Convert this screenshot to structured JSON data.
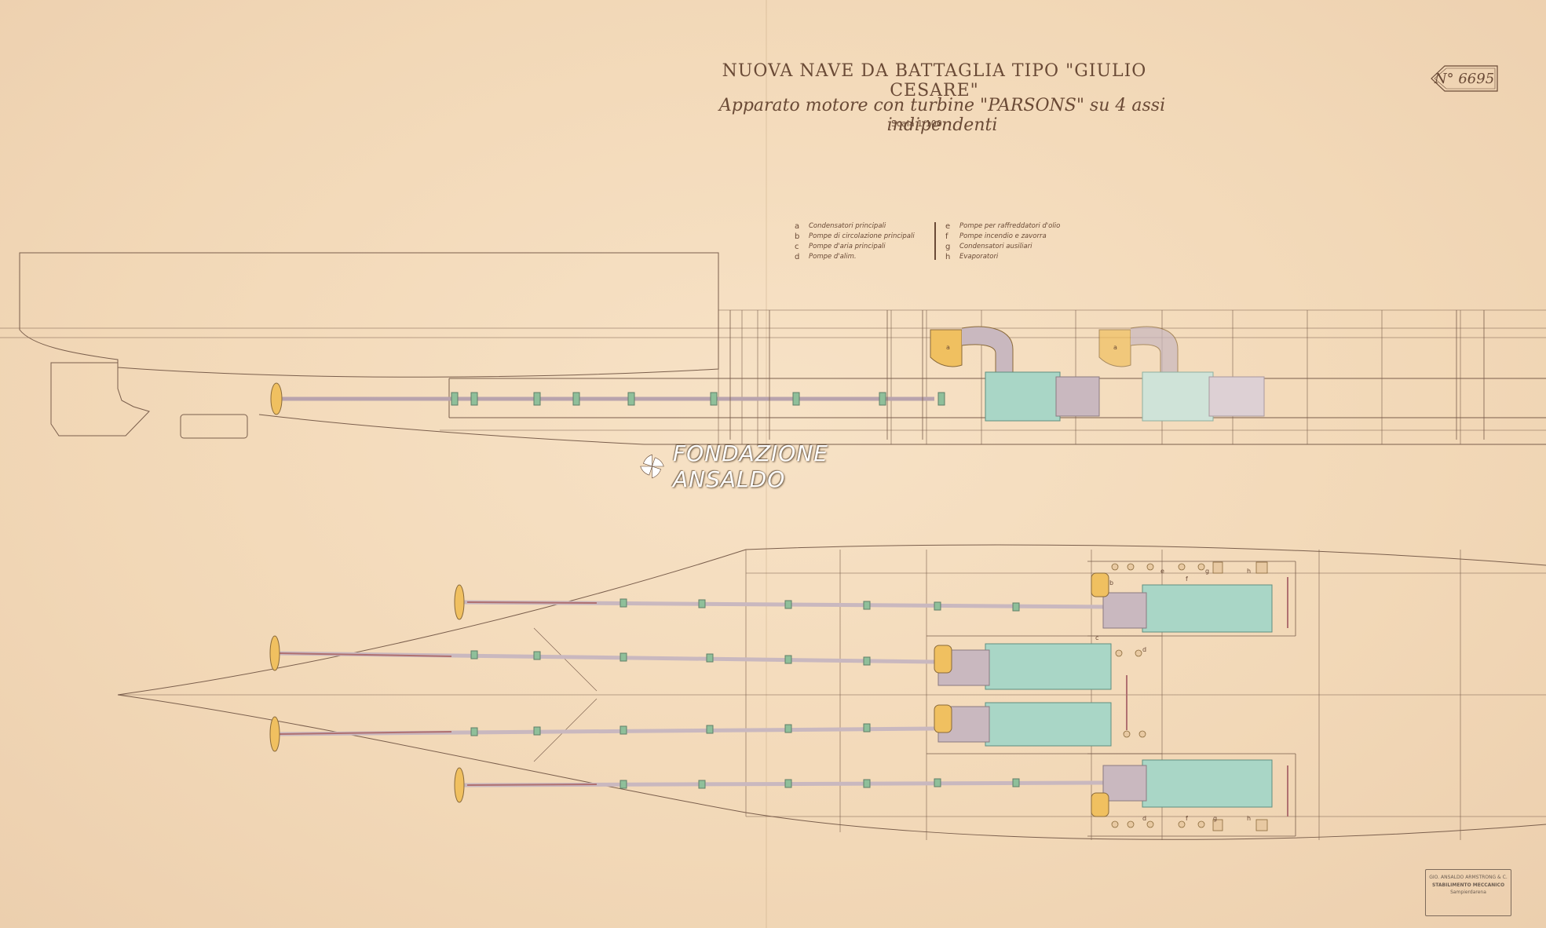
{
  "drawing": {
    "title": "NUOVA NAVE DA BATTAGLIA TIPO \"GIULIO CESARE\"",
    "subtitle": "Apparato motore con turbine \"PARSONS\" su 4 assi indipendenti",
    "scale": "Scala 1/100",
    "sheet_number": "N° 6695"
  },
  "legend": {
    "left": [
      {
        "key": "a",
        "text": "Condensatori principali"
      },
      {
        "key": "b",
        "text": "Pompe di circolazione principali"
      },
      {
        "key": "c",
        "text": "Pompe d'aria principali"
      },
      {
        "key": "d",
        "text": "Pompe d'alim."
      }
    ],
    "right": [
      {
        "key": "e",
        "text": "Pompe per raffreddatori d'olio"
      },
      {
        "key": "f",
        "text": "Pompe incendio e zavorra"
      },
      {
        "key": "g",
        "text": "Condensatori ausiliari"
      },
      {
        "key": "h",
        "text": "Evaporatori"
      }
    ]
  },
  "watermark": {
    "text": "FONDAZIONE ANSALDO"
  },
  "stamp": {
    "line1": "GIO. ANSALDO ARMSTRONG & C.",
    "line2": "STABILIMENTO MECCANICO",
    "line3": "Sampierdarena"
  },
  "colors": {
    "paper": "#f4dcbd",
    "ink": "#6a4a36",
    "turbine": "#a9d6c6",
    "propeller": "#f0c060",
    "shaft": "#c9b8bf",
    "bearing": "#8fbf9a"
  },
  "labels": {
    "a": "a",
    "b": "b",
    "c": "c",
    "d": "d",
    "e": "e",
    "f": "f",
    "g": "g",
    "h": "h"
  }
}
